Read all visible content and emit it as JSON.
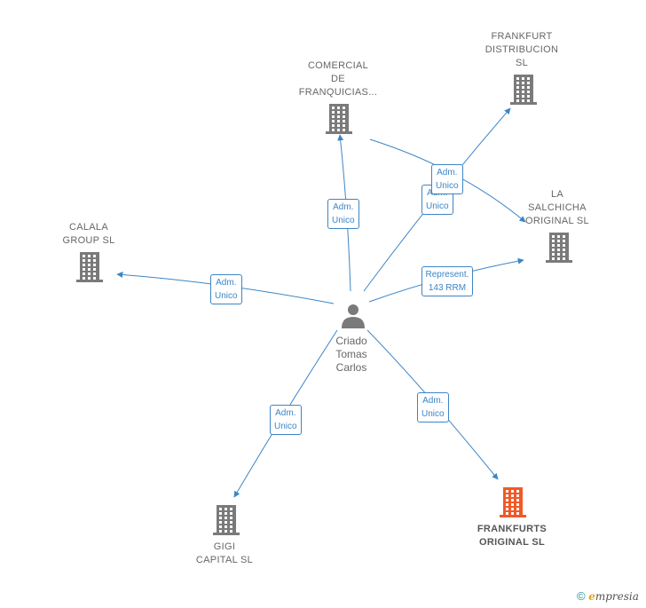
{
  "person": {
    "lines": [
      "Criado",
      "Tomas",
      "Carlos"
    ]
  },
  "companies": [
    {
      "id": "comercial",
      "lines": [
        "COMERCIAL",
        "DE",
        "FRANQUICIAS..."
      ],
      "highlight": false
    },
    {
      "id": "frankfurt-distribucion",
      "lines": [
        "FRANKFURT",
        "DISTRIBUCION",
        "SL"
      ],
      "highlight": false
    },
    {
      "id": "la-salchicha",
      "lines": [
        "LA",
        "SALCHICHA",
        "ORIGINAL  SL"
      ],
      "highlight": false
    },
    {
      "id": "calala",
      "lines": [
        "CALALA",
        "GROUP  SL"
      ],
      "highlight": false
    },
    {
      "id": "gigi",
      "lines": [
        "GIGI",
        "CAPITAL  SL"
      ],
      "highlight": false
    },
    {
      "id": "frankfurts-original",
      "lines": [
        "FRANKFURTS",
        "ORIGINAL  SL"
      ],
      "highlight": true
    }
  ],
  "relations": [
    {
      "target": "comercial",
      "lines": [
        "Adm.",
        "Unico"
      ]
    },
    {
      "target": "frankfurt-distribucion",
      "lines": [
        "Adm.",
        "Unico"
      ]
    },
    {
      "target": "la-salchicha",
      "lines": [
        "Represent.",
        "143 RRM"
      ]
    },
    {
      "target": "la-salchicha",
      "from": "comercial",
      "lines": [
        "Adm.",
        "Unico"
      ]
    },
    {
      "target": "calala",
      "lines": [
        "Adm.",
        "Unico"
      ]
    },
    {
      "target": "gigi",
      "lines": [
        "Adm.",
        "Unico"
      ]
    },
    {
      "target": "frankfurts-original",
      "lines": [
        "Adm.",
        "Unico"
      ]
    }
  ],
  "colors": {
    "edge": "#3d85c6",
    "building": "#7a7a7a",
    "building_highlight": "#f05a28",
    "person": "#7a7a7a"
  },
  "icons": {
    "company": "building-icon",
    "person": "person-icon"
  },
  "footer": {
    "copyright_symbol": "©",
    "brand_first": "e",
    "brand_rest": "mpresia"
  }
}
